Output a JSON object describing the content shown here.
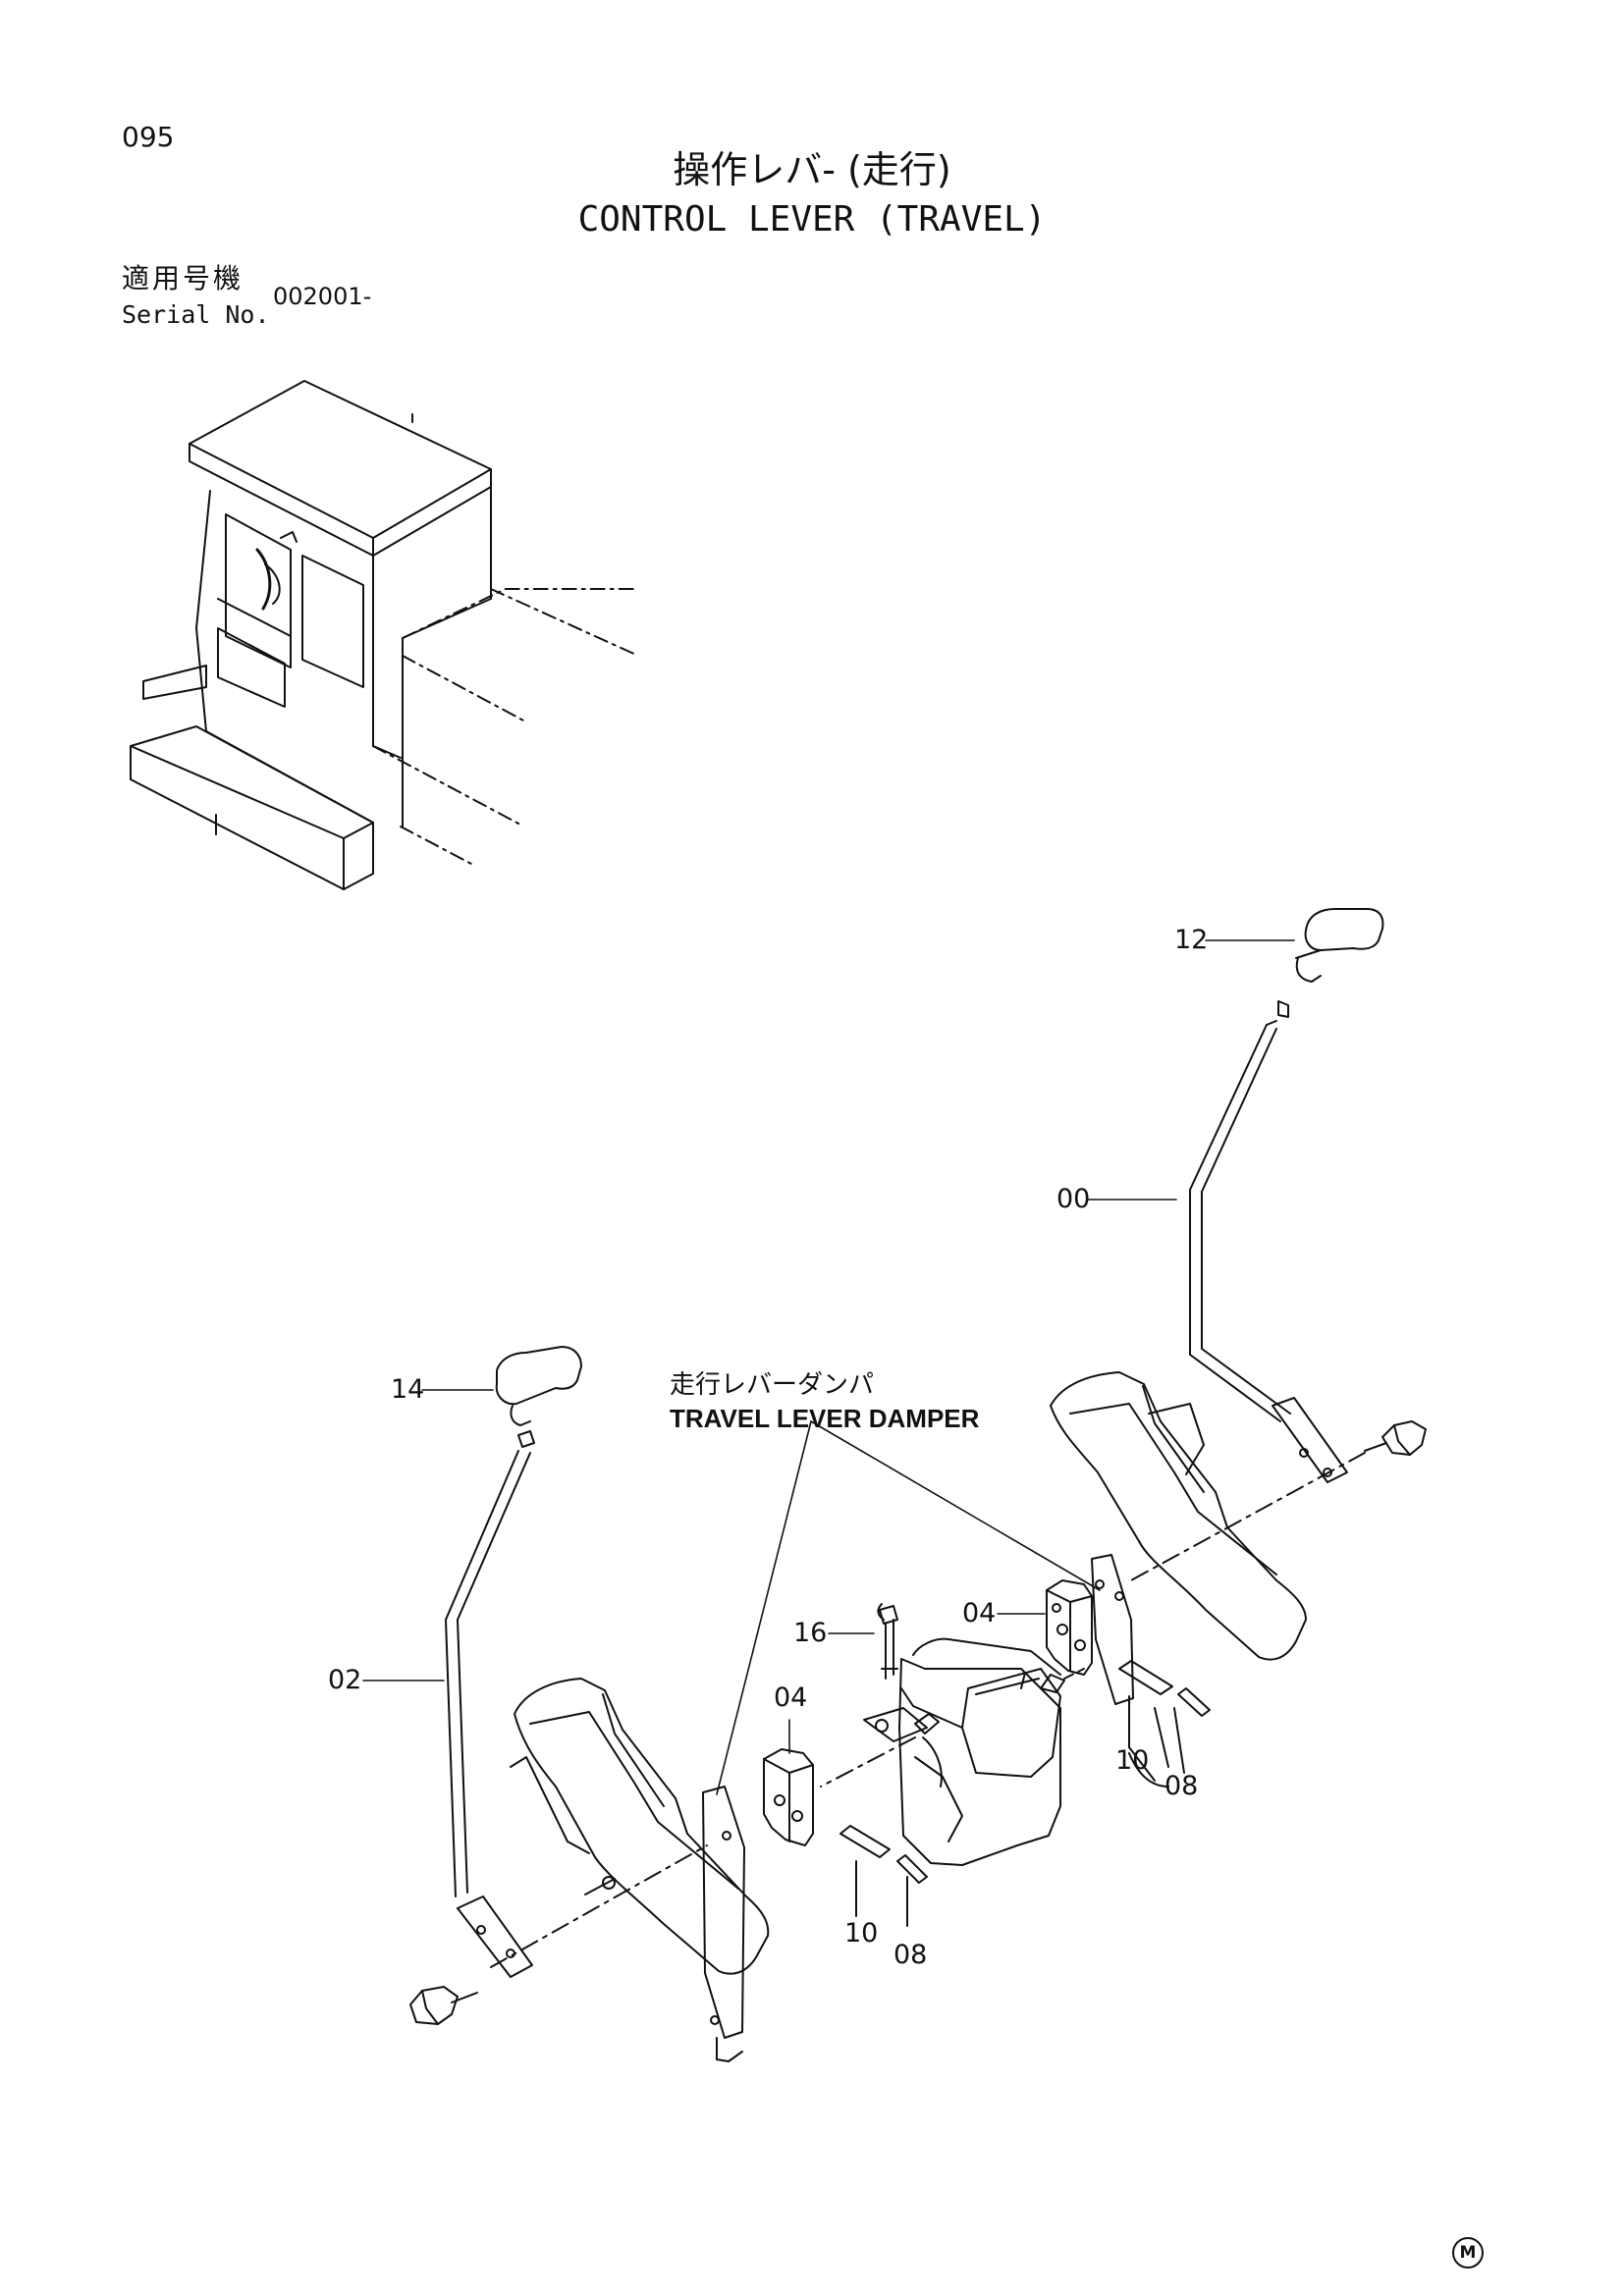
{
  "page": {
    "number": "095"
  },
  "title": {
    "japanese": "操作レバ- (走行)",
    "english": "CONTROL LEVER (TRAVEL)"
  },
  "serial": {
    "label_japanese": "適用号機",
    "label_english": "Serial No.",
    "value": "002001-"
  },
  "damper_label": {
    "japanese": "走行レバーダンパ",
    "english": "TRAVEL LEVER DAMPER"
  },
  "callouts": {
    "c12": "12",
    "c00": "00",
    "c14": "14",
    "c02": "02",
    "c04_right": "04",
    "c16": "16",
    "c04_left": "04",
    "c10_right": "10",
    "c08_right": "08",
    "c10_left": "10",
    "c08_left": "08"
  },
  "footer_mark": "M"
}
